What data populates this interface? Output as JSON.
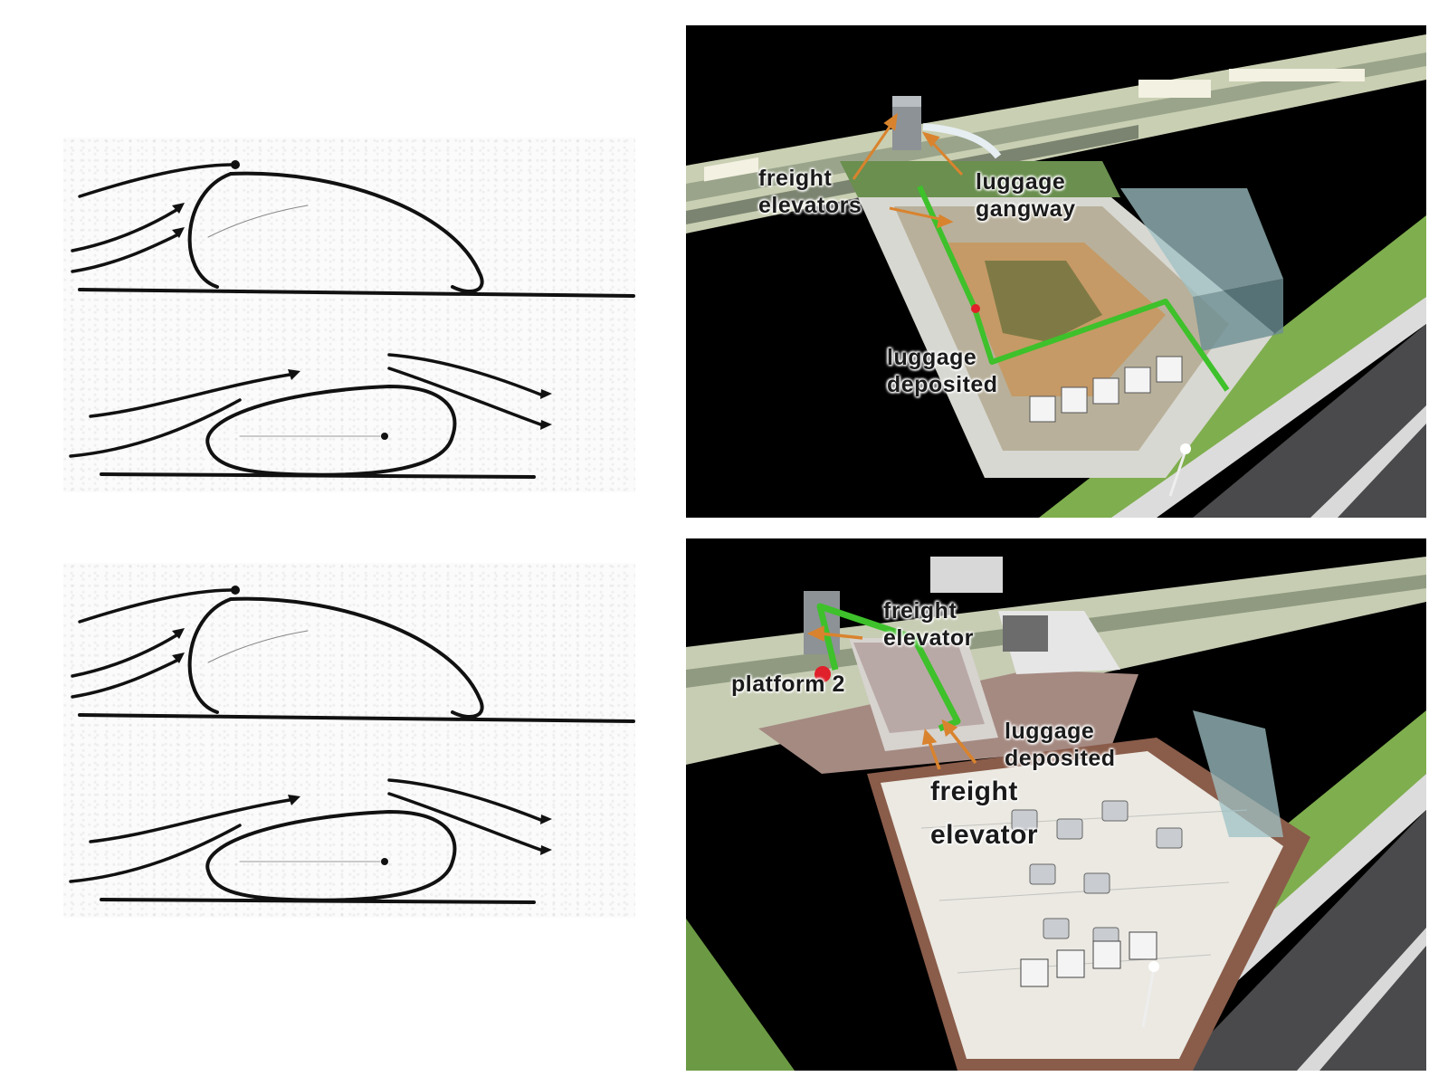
{
  "colors": {
    "route": "#3ec12b",
    "arrow": "#d9832e",
    "marker": "#e0202a",
    "grass": "#7fae4e",
    "road": "#4a4a4c",
    "background": "#000000"
  },
  "top_render": {
    "labels": {
      "freight_elevators": "freight\nelevators",
      "luggage_gangway": "luggage\ngangway",
      "luggage_deposited": "luggage\ndeposited"
    }
  },
  "bottom_render": {
    "labels": {
      "freight_elevator_upper": "freight\nelevator",
      "platform_2": "platform 2",
      "luggage_deposited": "luggage\ndeposited",
      "freight_elevator_lower": "freight\nelevator"
    }
  }
}
